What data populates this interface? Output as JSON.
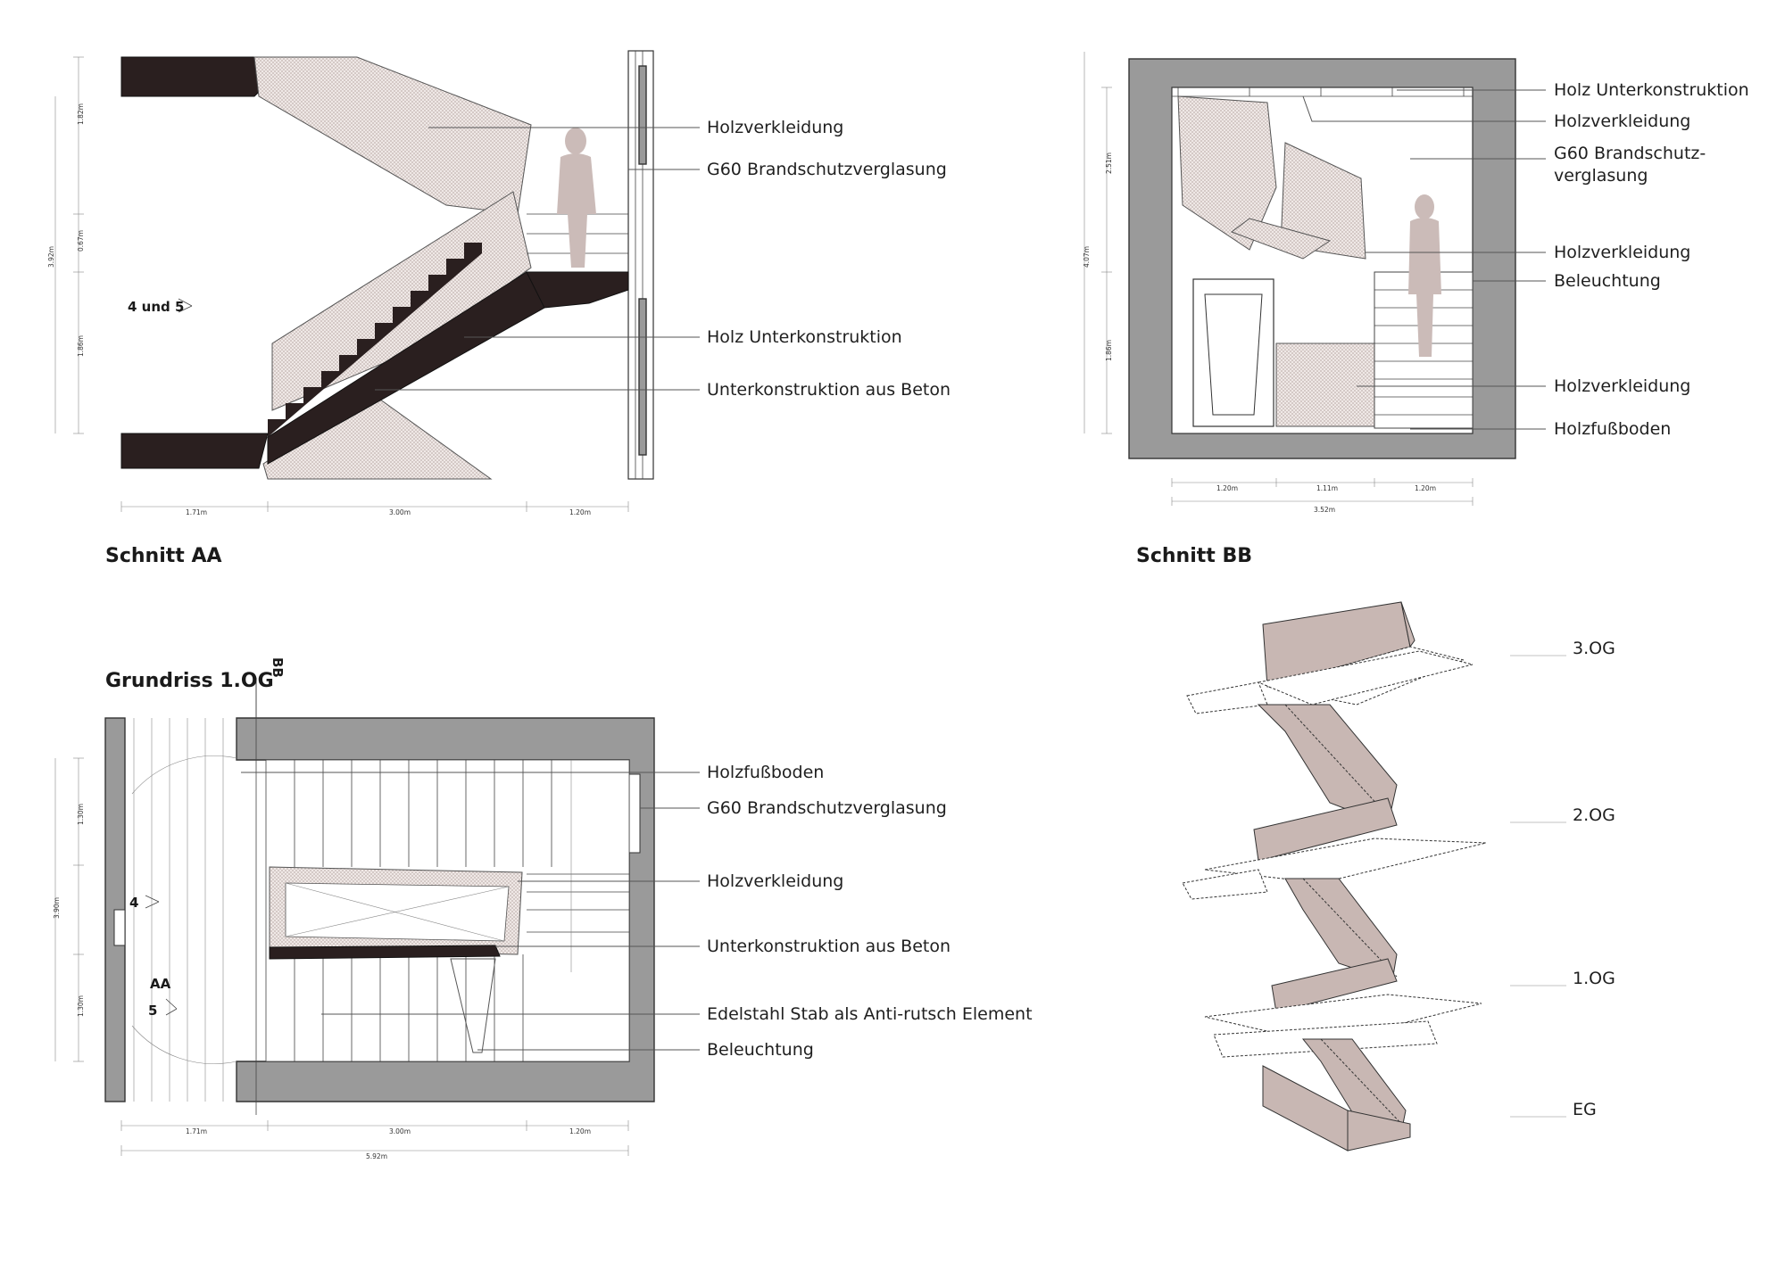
{
  "sections": {
    "aa": {
      "title": "Schnitt AA",
      "marker": "4 und 5",
      "labels": [
        "Holzverkleidung",
        "G60 Brandschutzverglasung",
        "Holz Unterkonstruktion",
        "Unterkonstruktion aus Beton"
      ],
      "dims_h": [
        "1.71m",
        "3.00m",
        "1.20m"
      ],
      "dims_v": [
        "1.82m",
        "0.67m",
        "1.86m"
      ],
      "dim_total_v": "3.92m"
    },
    "bb": {
      "title": "Schnitt BB",
      "labels": [
        "Holz Unterkonstruktion",
        "Holzverkleidung",
        "G60 Brandschutz-",
        "verglasung",
        "Holzverkleidung",
        "Beleuchtung",
        "Holzverkleidung",
        "Holzfußboden"
      ],
      "dims_h": [
        "1.20m",
        "1.11m",
        "1.20m"
      ],
      "dim_total_h": "3.52m",
      "dims_v": [
        "2.51m",
        "1.86m"
      ],
      "dim_total_v": "4.07m"
    },
    "plan": {
      "title": "Grundriss 1.OG",
      "marker_bb": "BB",
      "marker_4": "4",
      "marker_aa": "AA",
      "marker_5": "5",
      "labels": [
        "Holzfußboden",
        "G60 Brandschutzverglasung",
        "Holzverkleidung",
        "Unterkonstruktion aus Beton",
        "Edelstahl Stab als Anti-rutsch Element",
        "Beleuchtung"
      ],
      "dims_h": [
        "1.71m",
        "3.00m",
        "1.20m"
      ],
      "dim_total_h": "5.92m",
      "dims_v": [
        "1.30m",
        "1.30m"
      ],
      "dim_total_v": "3.90m"
    },
    "axo": {
      "levels": [
        "3.OG",
        "2.OG",
        "1.OG",
        "EG"
      ]
    }
  }
}
